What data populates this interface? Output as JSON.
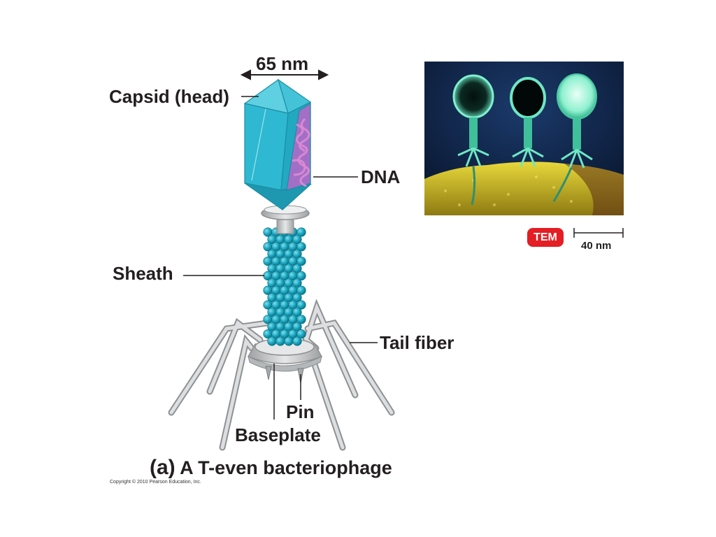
{
  "diagram": {
    "dimension_label": "65 nm",
    "labels": {
      "capsid": "Capsid (head)",
      "dna": "DNA",
      "sheath": "Sheath",
      "tail_fiber": "Tail fiber",
      "pin": "Pin",
      "baseplate": "Baseplate"
    },
    "caption_prefix": "(a)",
    "caption_text": "A T-even bacteriophage",
    "copyright": "Copyright © 2010 Pearson Education, Inc."
  },
  "micrograph": {
    "badge": "TEM",
    "scale_label": "40 nm"
  },
  "colors": {
    "capsid": "#2fb8d1",
    "sheath": "#1aa6bf",
    "metal": "#c9cbcc",
    "dna": "#c35ab8",
    "badge": "#e31e24"
  }
}
